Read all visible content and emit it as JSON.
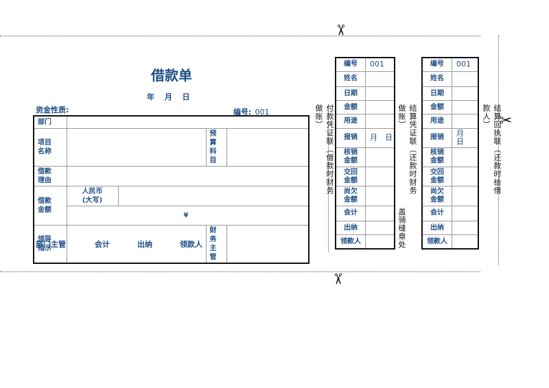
{
  "form": {
    "title": "借款单",
    "date_line": "年　 月　 日",
    "nature_label": "资金性质:",
    "number_label": "编号:",
    "number_value": "001",
    "rows": {
      "dept": "部门",
      "project_l1": "项目",
      "project_l2": "名称",
      "budget_l1": "预算",
      "budget_l2": "科目",
      "reason_l1": "借款",
      "reason_l2": "理由",
      "amount_l1": "借款",
      "amount_l2": "金额",
      "rmb_l1": "人民币",
      "rmb_l2": "(大写)",
      "yen": "¥",
      "leader_l1": "领导",
      "leader_l2": "指示",
      "finance_l1": "财务",
      "finance_l2": "主管"
    },
    "footer": {
      "dept_head": "部门主管",
      "accountant": "会计",
      "cashier": "出纳",
      "borrower": "领款人"
    }
  },
  "side_labels": {
    "payment": "付款凭证联（借款时财务做账）",
    "settle": "结算凭证联（还款时财务做账）",
    "seal": "盖骑缝章处",
    "receipt": "结算回执联（还款时给借款人）"
  },
  "stub_left": {
    "number_label": "编号",
    "number_value": "001",
    "name": "姓名",
    "date": "日期",
    "amount": "金额",
    "purpose": "用途",
    "reimburse": "报销",
    "month_day": "月　日",
    "verify_l1": "核销",
    "verify_l2": "金额",
    "return_l1": "交回",
    "return_l2": "金额",
    "owe_l1": "尚欠",
    "owe_l2": "金额",
    "accountant": "会计",
    "cashier": "出纳",
    "borrower": "领款人"
  },
  "stub_right": {
    "number_label": "编号",
    "number_value": "001",
    "name": "姓名",
    "date": "日期",
    "amount": "金额",
    "purpose": "用途",
    "reimburse": "报销",
    "month_day": "月　日",
    "verify_l1": "核销",
    "verify_l2": "金额",
    "return_l1": "交回",
    "return_l2": "金额",
    "owe_l1": "尚欠",
    "owe_l2": "金额",
    "accountant": "会计",
    "cashier": "出纳",
    "borrower": "领款人"
  },
  "icons": {
    "scissors": "scissors-icon"
  }
}
